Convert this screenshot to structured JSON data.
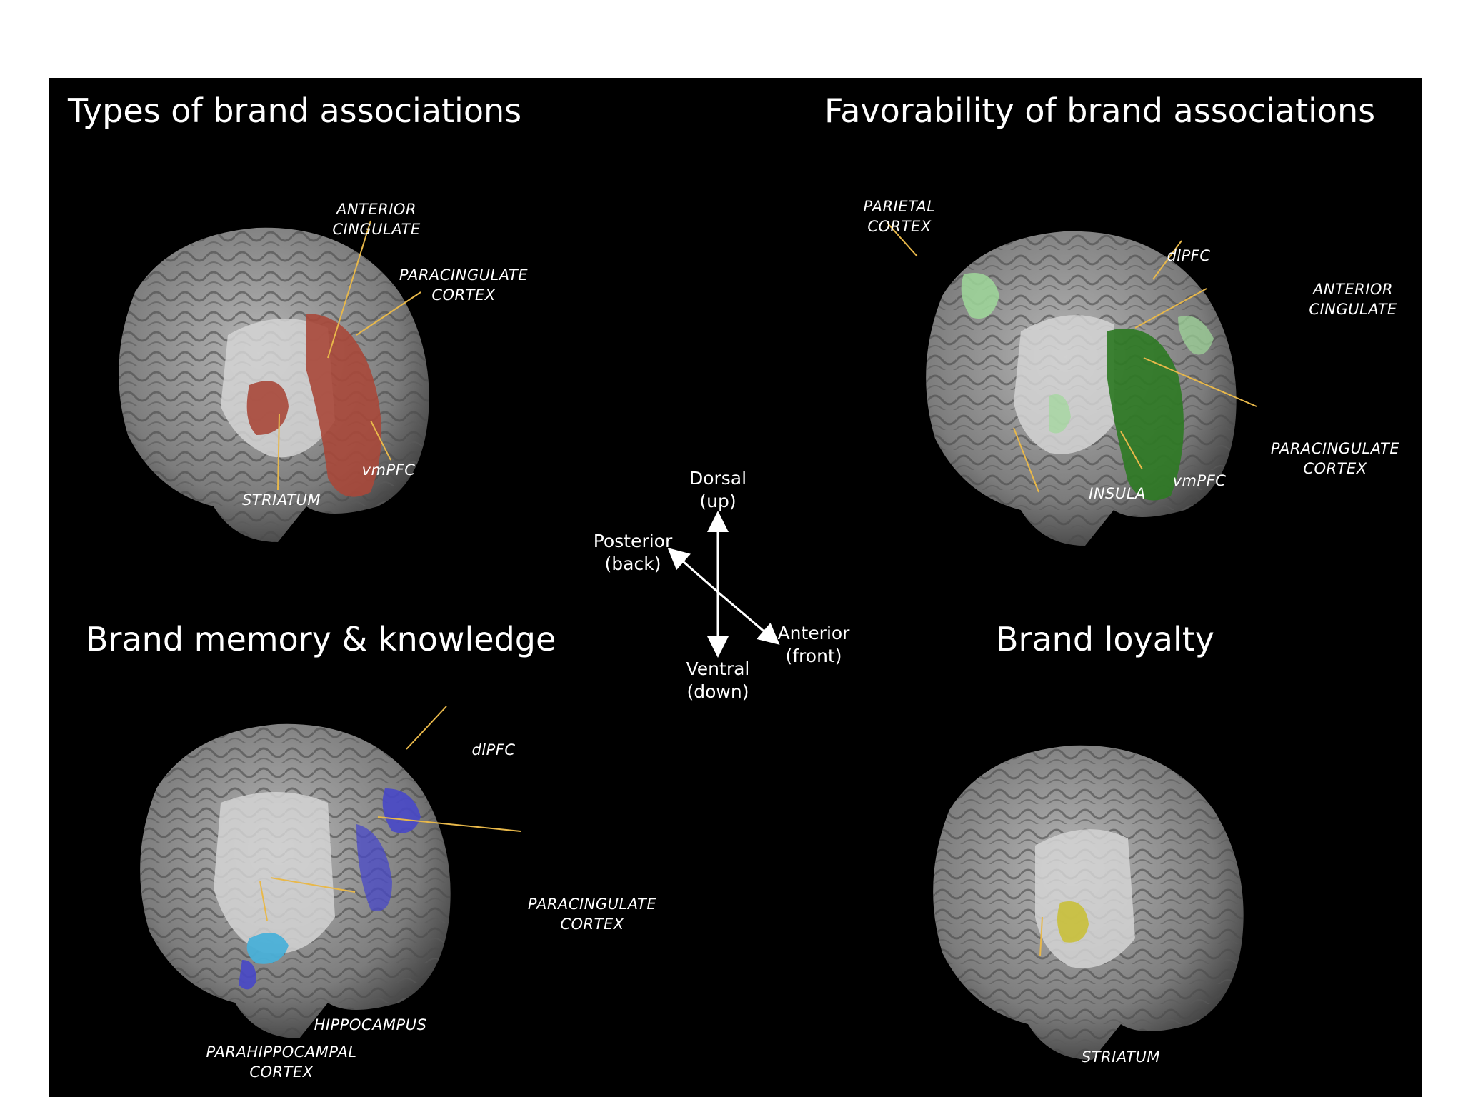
{
  "colors": {
    "background": "#000000",
    "brain": "#8e8e8e",
    "leader_line": "#e8b84a",
    "red_region": "#a8483a",
    "green_region": "#2f7a25",
    "light_green_region": "#9fd89a",
    "blue_region": "#4848c8",
    "cyan_region": "#4ab0d8",
    "yellow_region": "#c8c040"
  },
  "panels": {
    "types": {
      "title": "Types of brand associations",
      "labels": {
        "anterior_cingulate": [
          "ANTERIOR",
          "CINGULATE"
        ],
        "paracingulate": [
          "PARACINGULATE",
          "CORTEX"
        ],
        "vmpfc": [
          "vmPFC"
        ],
        "striatum": [
          "STRIATUM"
        ]
      }
    },
    "favorability": {
      "title": "Favorability of brand associations",
      "labels": {
        "parietal": [
          "PARIETAL",
          "CORTEX"
        ],
        "dlpfc": [
          "dlPFC"
        ],
        "anterior_cingulate": [
          "ANTERIOR",
          "CINGULATE"
        ],
        "paracingulate": [
          "PARACINGULATE",
          "CORTEX"
        ],
        "vmpfc": [
          "vmPFC"
        ],
        "insula": [
          "INSULA"
        ]
      }
    },
    "memory": {
      "title": "Brand memory & knowledge",
      "labels": {
        "dlpfc": [
          "dlPFC"
        ],
        "paracingulate": [
          "PARACINGULATE",
          "CORTEX"
        ],
        "hippocampus": [
          "HIPPOCAMPUS"
        ],
        "parahippocampal": [
          "PARAHIPPOCAMPAL",
          "CORTEX"
        ]
      }
    },
    "loyalty": {
      "title": "Brand loyalty",
      "labels": {
        "striatum": [
          "STRIATUM"
        ]
      }
    }
  },
  "orientation": {
    "dorsal": [
      "Dorsal",
      "(up)"
    ],
    "ventral": [
      "Ventral",
      "(down)"
    ],
    "posterior": [
      "Posterior",
      "(back)"
    ],
    "anterior": [
      "Anterior",
      "(front)"
    ]
  }
}
